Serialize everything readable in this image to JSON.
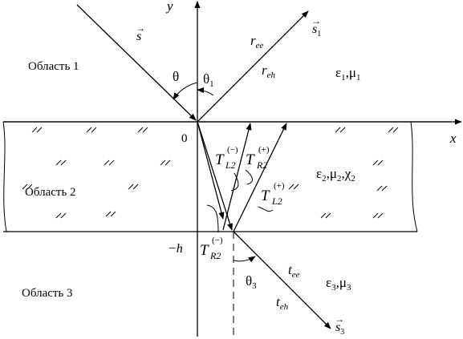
{
  "regions": {
    "r1": "Область 1",
    "r2": "Область 2",
    "r3": "Область 3"
  },
  "params": {
    "p1": {
      "a": "ε",
      "s1": "1",
      "sep": ",",
      "b": "μ",
      "s2": "1"
    },
    "p2": {
      "a": "ε",
      "s1": "2",
      "b": "μ",
      "s2": "2",
      "c": "χ",
      "s3": "2"
    },
    "p3": {
      "a": "ε",
      "s1": "3",
      "b": "μ",
      "s2": "3"
    }
  },
  "axes": {
    "x": "x",
    "y": "y",
    "origin": "0",
    "neg_h": "−h"
  },
  "angles": {
    "theta": "θ",
    "theta1": {
      "base": "θ",
      "sub": "1"
    },
    "theta3": {
      "base": "θ",
      "sub": "3"
    }
  },
  "vectors": {
    "s": "s",
    "s1": {
      "base": "s",
      "sub": "1"
    },
    "s3": {
      "base": "s",
      "sub": "3"
    },
    "arrow": "→"
  },
  "coefficients": {
    "r_ee": {
      "base": "r",
      "sub": "ee"
    },
    "r_eh": {
      "base": "r",
      "sub": "eh"
    },
    "t_ee": {
      "base": "t",
      "sub": "ee"
    },
    "t_eh": {
      "base": "t",
      "sub": "eh"
    },
    "TL2m": {
      "base": "T",
      "sub": "L2",
      "sup": "(−)"
    },
    "TR2p": {
      "base": "T",
      "sub": "R2",
      "sup": "(+)"
    },
    "TL2p": {
      "base": "T",
      "sub": "L2",
      "sup": "(+)"
    },
    "TR2m": {
      "base": "T",
      "sub": "R2",
      "sup": "(−)"
    }
  }
}
